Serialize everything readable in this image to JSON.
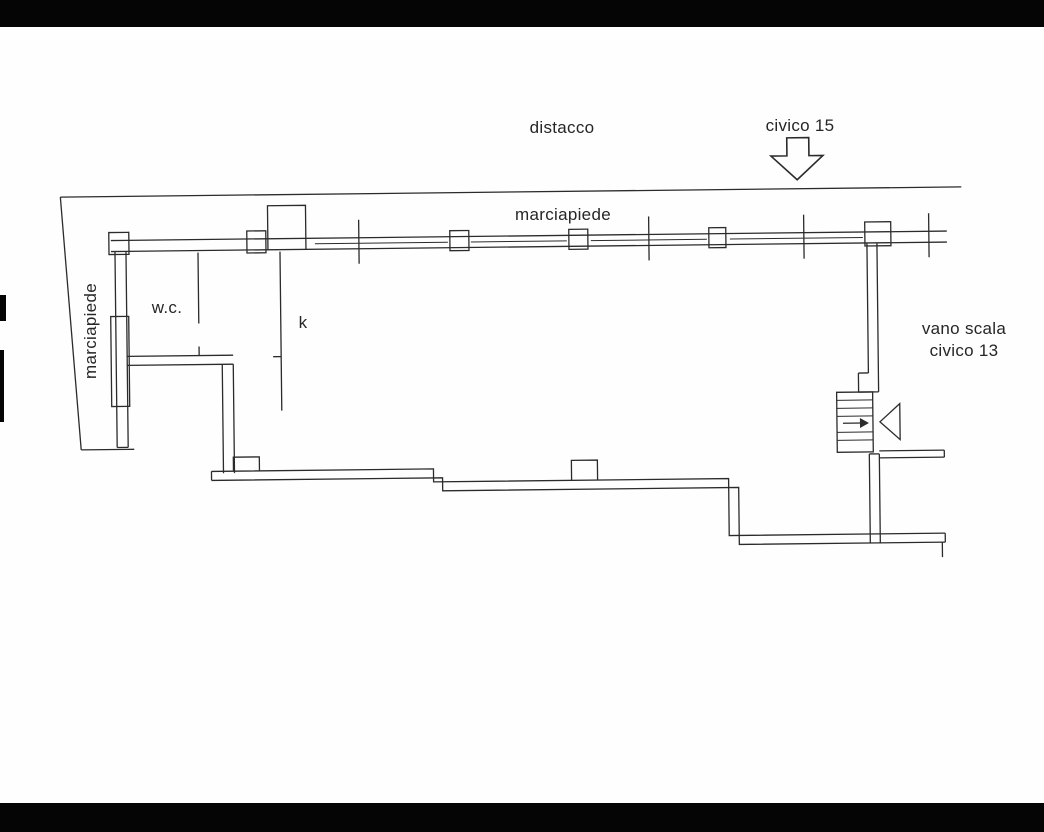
{
  "colors": {
    "background": "#fefefe",
    "line": "#2b2b2b",
    "text": "#262626",
    "scan_bar": "#050505"
  },
  "plan": {
    "labels": {
      "distacco": "distacco",
      "civico_15": "civico 15",
      "marciapiede_top": "marciapiede",
      "marciapiede_left": "marciapiede",
      "wc": "w.c.",
      "kitchen": "k",
      "stairwell_line1": "vano scala",
      "stairwell_line2": "civico 13"
    },
    "icons": {
      "entrance_arrow": "down-arrow-icon",
      "staircase": "staircase-symbol",
      "door_swing": "door-swing-icon"
    }
  }
}
